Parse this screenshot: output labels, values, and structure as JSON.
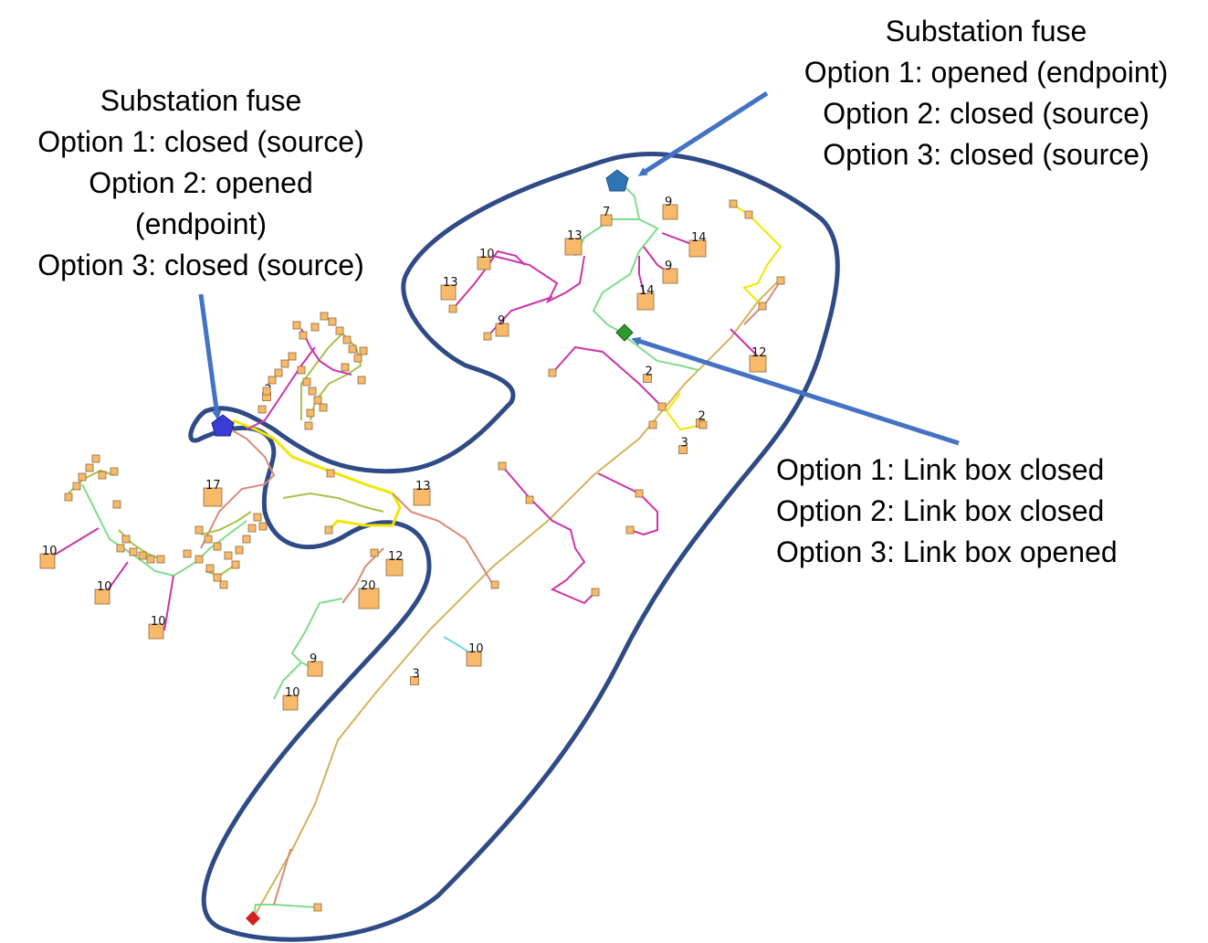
{
  "annotations": {
    "top_right": {
      "title": "Substation fuse",
      "lines": [
        "Option 1: opened (endpoint)",
        "Option 2: closed (source)",
        "Option 3: closed (source)"
      ]
    },
    "top_left": {
      "title": "Substation fuse",
      "lines": [
        "Option 1: closed (source)",
        "Option 2: opened",
        "(endpoint)",
        "Option 3:  closed (source)"
      ]
    },
    "link_box": {
      "lines": [
        "Option 1: Link box closed",
        "Option 2: Link box closed",
        "Option 3: Link box opened"
      ]
    }
  },
  "house_labels": [
    {
      "id": "h1",
      "text": "9"
    },
    {
      "id": "h2",
      "text": "7"
    },
    {
      "id": "h3",
      "text": "13"
    },
    {
      "id": "h4",
      "text": "14"
    },
    {
      "id": "h5",
      "text": "10"
    },
    {
      "id": "h6",
      "text": "9"
    },
    {
      "id": "h7",
      "text": "13"
    },
    {
      "id": "h8",
      "text": "14"
    },
    {
      "id": "h9",
      "text": "9"
    },
    {
      "id": "h10",
      "text": "12"
    },
    {
      "id": "h11",
      "text": "2"
    },
    {
      "id": "h12",
      "text": "2"
    },
    {
      "id": "h13",
      "text": "3"
    },
    {
      "id": "h14",
      "text": "2"
    },
    {
      "id": "h15",
      "text": "17"
    },
    {
      "id": "h16",
      "text": "13"
    },
    {
      "id": "h17",
      "text": "12"
    },
    {
      "id": "h18",
      "text": "20"
    },
    {
      "id": "h19",
      "text": "10"
    },
    {
      "id": "h20",
      "text": "10"
    },
    {
      "id": "h21",
      "text": "10"
    },
    {
      "id": "h22",
      "text": "9"
    },
    {
      "id": "h23",
      "text": "10"
    },
    {
      "id": "h24",
      "text": "10"
    },
    {
      "id": "h25",
      "text": "3"
    }
  ],
  "colors": {
    "boundary": "#2f4b86",
    "arrow": "#4472c4",
    "house_fill": "#f9b96b",
    "house_stroke": "#8a6a3a",
    "substation_top_right": "#2e75b6",
    "substation_left": "#3b3bd6",
    "link_box": "#2e9a2e",
    "endpoint_marker": "#d42020",
    "cable_magenta": "#cc33aa",
    "cable_yellow": "#f2e600",
    "cable_green": "#7fdc8c",
    "cable_olive": "#a9c24a",
    "cable_tan": "#d2b25c",
    "cable_salmon": "#d88b78",
    "cable_cyan": "#70d8d8"
  },
  "icons": {
    "substation_top_right": "pentagon-icon",
    "substation_left": "pentagon-icon",
    "link_box": "diamond-icon",
    "endpoint": "diamond-icon"
  }
}
